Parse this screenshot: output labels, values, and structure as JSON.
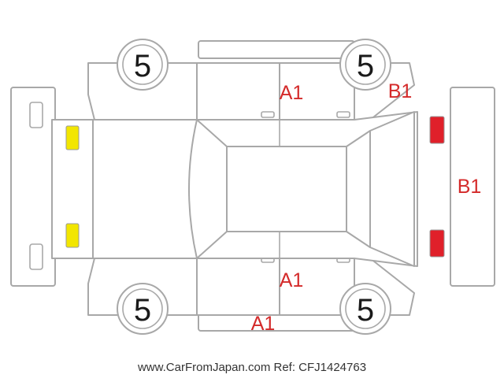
{
  "colors": {
    "outline": "#a8a8a8",
    "damage_text": "#d42a2a",
    "front_lights": "#f2e600",
    "rear_lights": "#e0202a",
    "tire_text": "#1a1a1a"
  },
  "tires": {
    "front_left": "5",
    "rear_left": "5",
    "front_right": "5",
    "rear_right": "5"
  },
  "damage_marks": {
    "left_door": "A1",
    "left_rear_fender": "B1",
    "rear_bumper": "B1",
    "right_door": "A1",
    "right_sill": "A1"
  },
  "footer": {
    "watermark": "www.CarFromJapan.com Ref: CFJ1424763"
  }
}
